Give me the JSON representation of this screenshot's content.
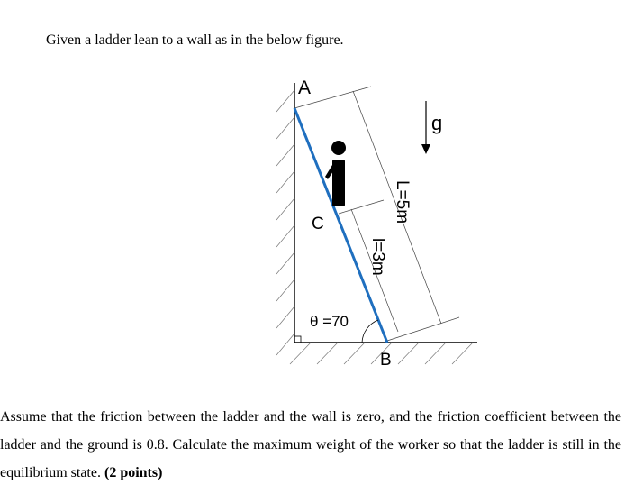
{
  "intro": "Given a ladder lean to a wall as in the below figure.",
  "figure": {
    "label_A": "A",
    "label_B": "B",
    "label_C": "C",
    "label_g": "g",
    "label_L": "L=5m",
    "label_l": "l=3m",
    "label_theta": "θ =70",
    "colors": {
      "ladder": "#1f6fbf",
      "ink": "#000000",
      "dim": "#444444"
    }
  },
  "problem": {
    "text": "Assume that the friction between the ladder and the wall is zero, and the friction coefficient between the ladder and the ground is 0.8. Calculate the maximum weight of the worker so that the ladder is still in the equilibrium state.",
    "points": "(2 points)"
  }
}
